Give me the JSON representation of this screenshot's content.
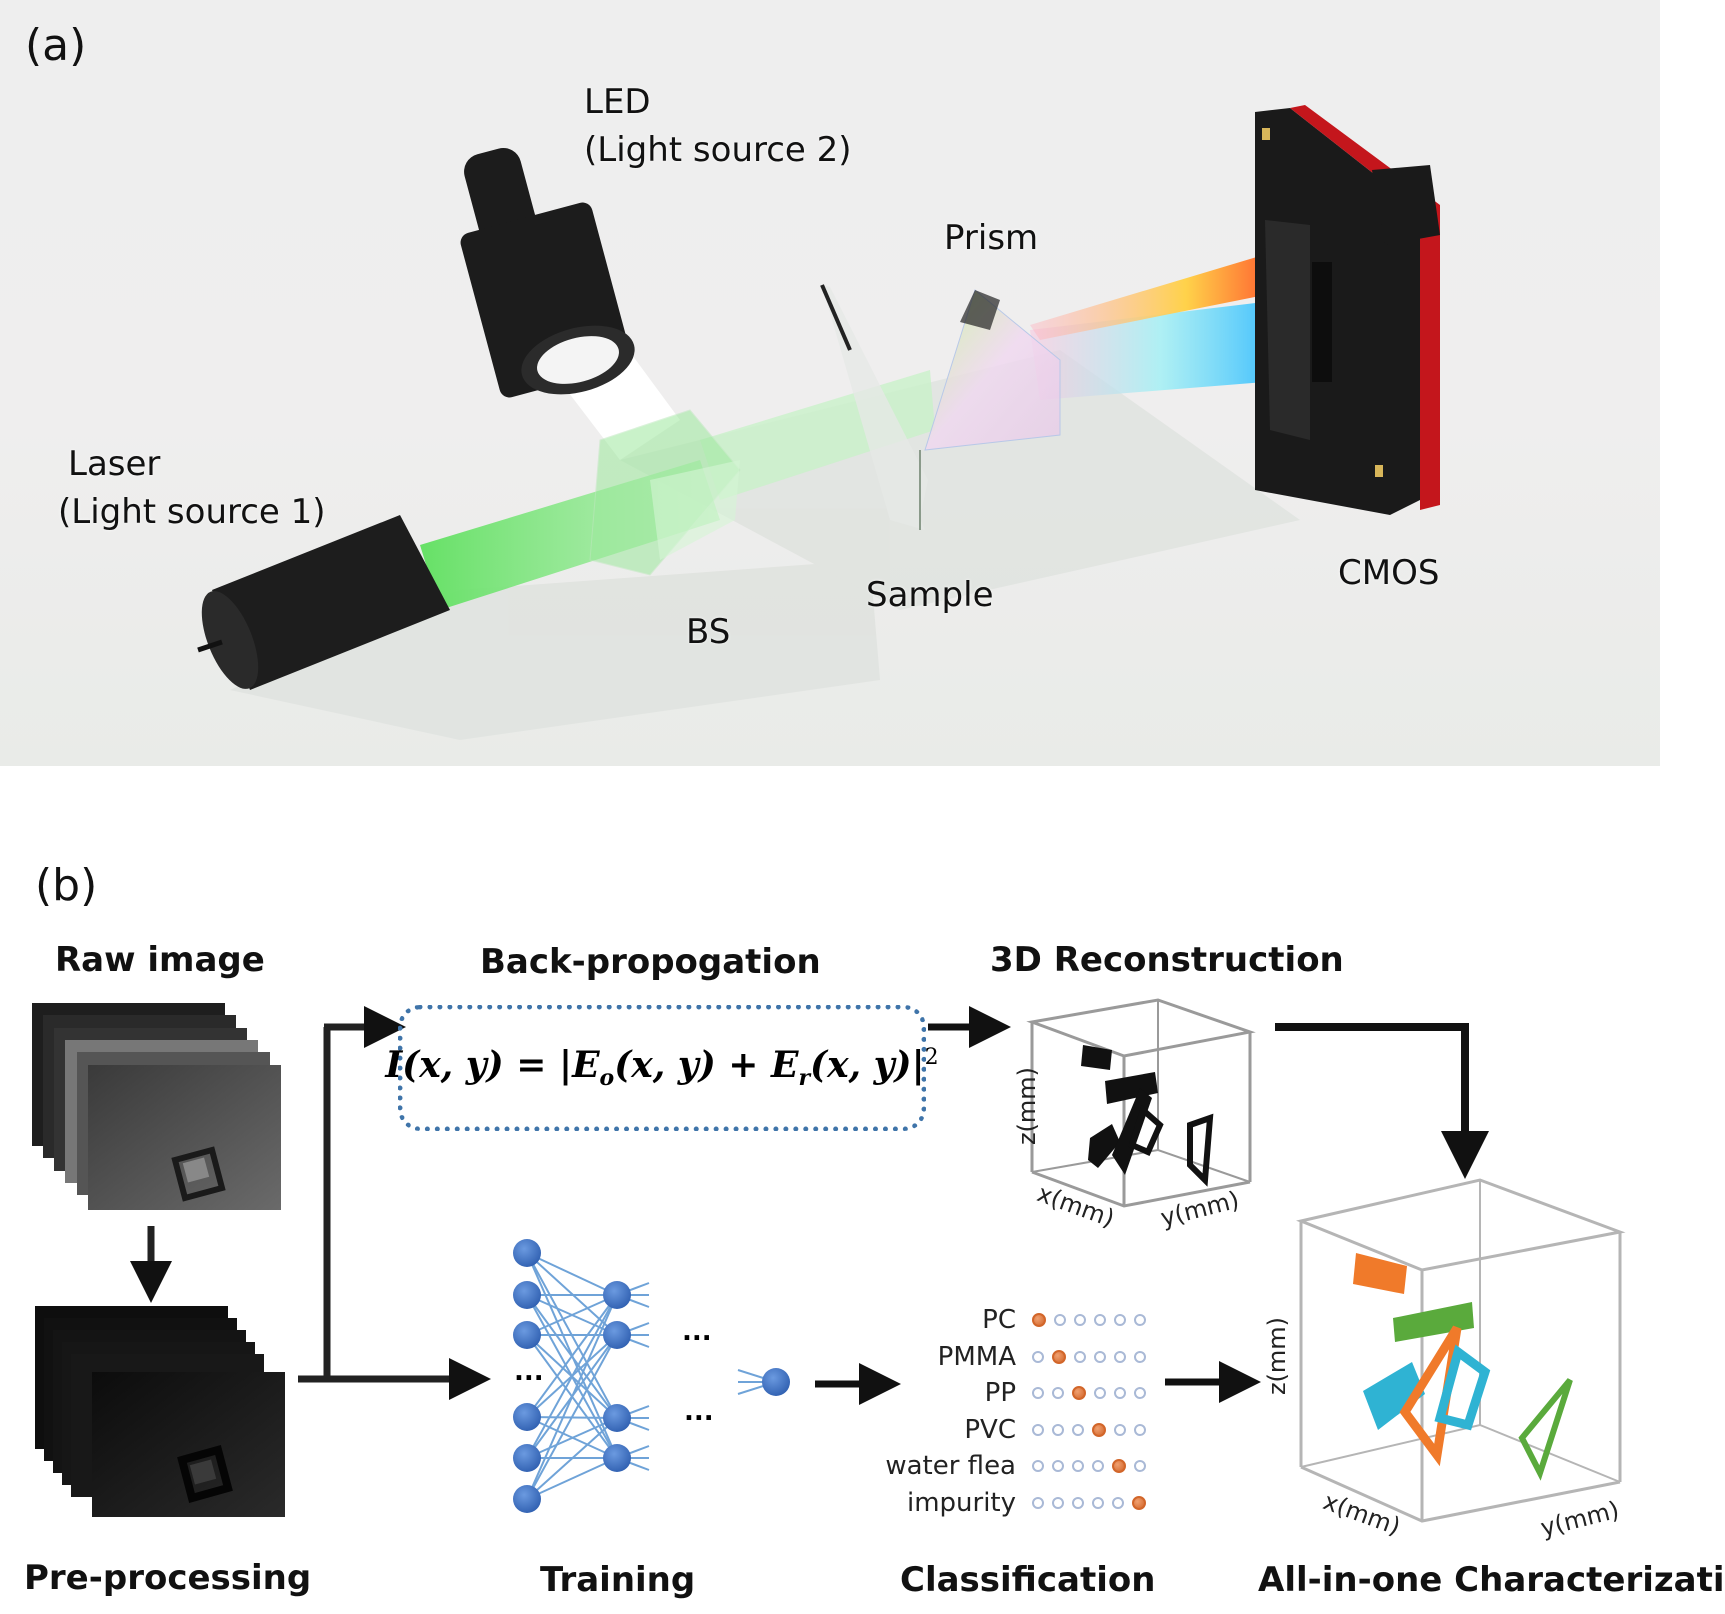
{
  "panel_a": {
    "letter": "(a)",
    "labels": {
      "led_line1": "LED",
      "led_line2": "(Light source 2)",
      "laser_line1": "Laser",
      "laser_line2": "(Light source 1)",
      "bs": "BS",
      "sample": "Sample",
      "prism": "Prism",
      "cmos": "CMOS"
    },
    "colors": {
      "laser_beam": "#7ee87e",
      "cmos_board": "#c0161c",
      "housing": "#1a1a1a"
    }
  },
  "panel_b": {
    "letter": "(b)",
    "steps": {
      "raw_image": "Raw image",
      "pre_processing": "Pre-processing",
      "back_propagation": "Back-propogation",
      "reconstruction": "3D Reconstruction",
      "training": "Training",
      "classification": "Classification",
      "characterization": "All-in-one Characterization"
    },
    "equation": {
      "lhs": "I(x, y)",
      "eq": "=",
      "abs_open": "|",
      "term1": "E",
      "term1_sub": "o",
      "args1": "(x, y)",
      "plus": "+",
      "term2": "E",
      "term2_sub": "r",
      "args2": "(x, y)",
      "abs_close": "|",
      "power": "2"
    },
    "neural_net": {
      "ellipsis": "..."
    },
    "classes": [
      {
        "label": "PC",
        "active_index": 0
      },
      {
        "label": "PMMA",
        "active_index": 1
      },
      {
        "label": "PP",
        "active_index": 2
      },
      {
        "label": "PVC",
        "active_index": 3
      },
      {
        "label": "water flea",
        "active_index": 4
      },
      {
        "label": "impurity",
        "active_index": 5
      }
    ],
    "class_slots": 6,
    "axes": {
      "x": "x(mm)",
      "y": "y(mm)",
      "z": "z(mm)"
    },
    "colors": {
      "dotted_border": "#3f74a9",
      "nn_node": "#3f74c6",
      "nn_edge": "#6fa3d8",
      "class_on": "#d2662a",
      "class_off": "#a9b9d6",
      "particle_orange": "#f07a2a",
      "particle_green": "#5aaa3c",
      "particle_cyan": "#2fb3d3"
    }
  }
}
